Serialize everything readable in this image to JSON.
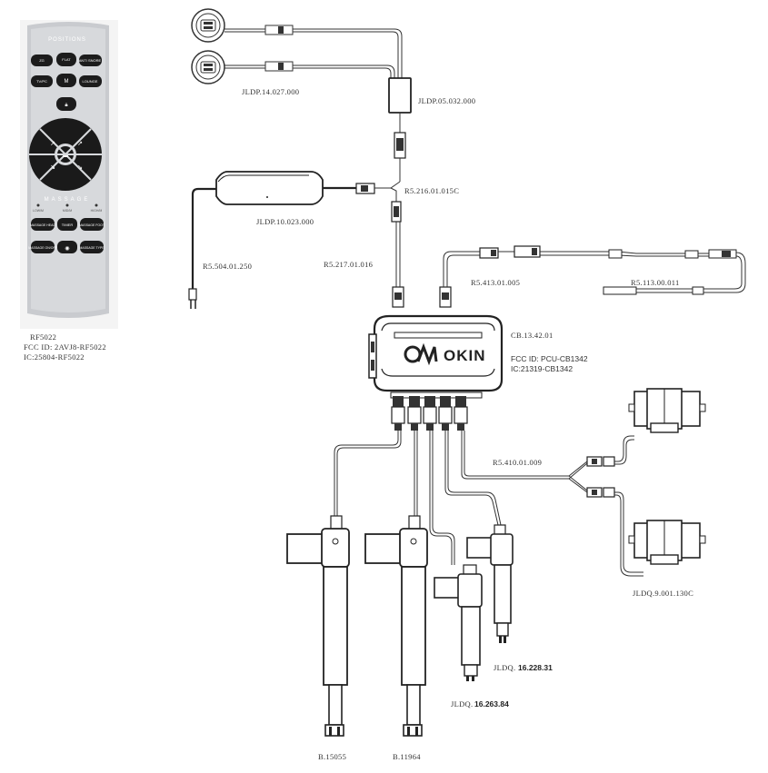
{
  "remote": {
    "title": "POSITIONS",
    "buttons": {
      "zero_g": "ZG",
      "flat": "FLAT",
      "anti_snore": "ANTI SNORE",
      "tv_pc": "TV/PC",
      "memory": "M",
      "lounge": "LOUNGE",
      "massage_label": "MASSAGE",
      "low": "LOW/M",
      "mid": "MID/M",
      "high": "HIGH/M",
      "massage_head": "MASSAGE HEAD",
      "timer": "TIMER",
      "massage_foot": "MASSAGE FOOT",
      "massage_onoff": "MASSAGE ON/OFF",
      "massage_type": "MASSAGE TYPE"
    },
    "caption_model": "RF5022",
    "caption_fcc": "FCC ID:  2AVJ8-RF5022",
    "caption_ic": "IC:25804-RF5022"
  },
  "labels": {
    "usb_part": "JLDP.14.027.000",
    "junction_part": "JLDP.05.032.000",
    "power_supply_part": "JLDP.10.023.000",
    "power_cord": "R5.504.01.250",
    "splitter_cable": "R5.216.01.015C",
    "main_cable": "R5.217.01.016",
    "ext_cable_1": "R5.413.01.005",
    "ext_cable_2": "R5.113.00.011",
    "control_box": "CB.13.42.01",
    "control_fcc": "FCC  ID:  PCU-CB1342",
    "control_ic": "IC:21319-CB1342",
    "control_brand": "OKIN",
    "motor_cable": "R5.410.01.009",
    "massage_motor": "JLDQ.9.001.130C",
    "actuator_a_prefix": "JLDQ.",
    "actuator_a_suffix": "16.228.31",
    "actuator_b_prefix": "JLDQ.",
    "actuator_b_suffix": "16.263.84",
    "big_actuator_1": "B.15055",
    "big_actuator_2": "B.11964"
  }
}
